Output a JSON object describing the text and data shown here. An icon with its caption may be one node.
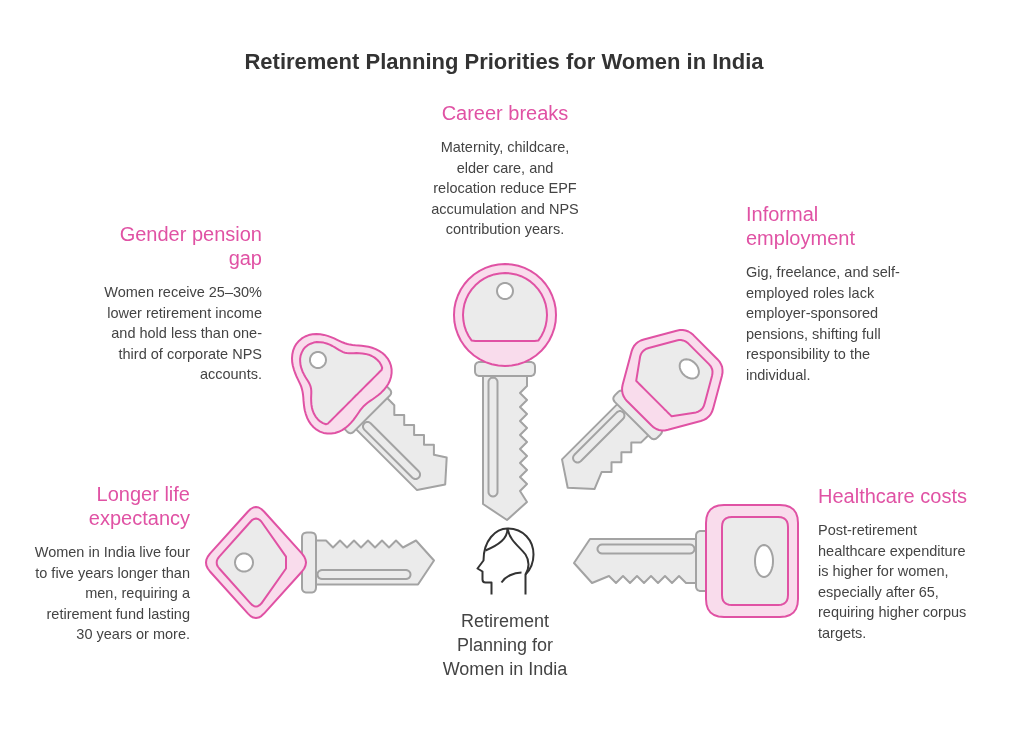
{
  "diagram": {
    "title": "Retirement Planning Priorities for Women in India",
    "nodes": [
      {
        "text": [
          "Career breaks",
          "Maternity, childcare, elder care, and relocation reduce EPF accumulation and NPS contribution years."
        ]
      },
      {
        "text": [
          "Gender pension gap",
          "Women receive 25–30% lower retirement income and hold less than one-third of corporate NPS accounts."
        ]
      },
      {
        "text": [
          "Informal employment",
          "Gig, freelance, and self-employed roles lack employer-sponsored pensions, shifting full responsibility to the individual."
        ]
      },
      {
        "text": [
          "Longer life expectancy",
          "Women in India live four to five years longer than men, requiring a retirement fund lasting 30 years or more."
        ]
      },
      {
        "text": [
          "Healthcare costs",
          "Post-retirement healthcare expenditure is higher for women, especially after 65, requiring higher corpus targets."
        ]
      },
      {
        "text": [
          "Retirement Planning for Women in India"
        ]
      }
    ]
  }
}
